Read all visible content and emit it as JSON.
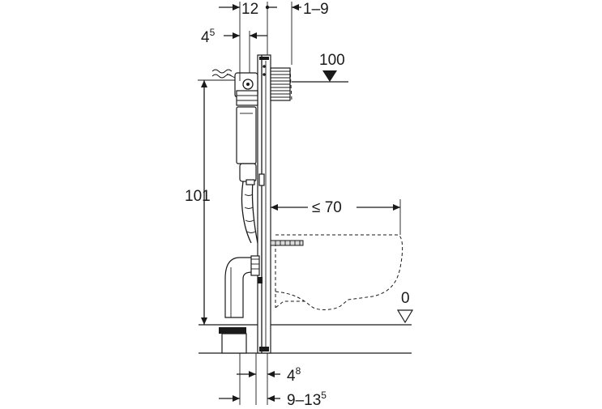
{
  "dimensions": {
    "top_width": "12",
    "wall_gap": "1–9",
    "offset_top_main": "4",
    "offset_top_sup": "5",
    "height_flush": "100",
    "height_frame": "101",
    "bowl_projection": "≤ 70",
    "floor_level": "0",
    "bottom_offset_main": "4",
    "bottom_offset_sup": "8",
    "depth_range_main": "9–13",
    "depth_range_sup": "5"
  }
}
